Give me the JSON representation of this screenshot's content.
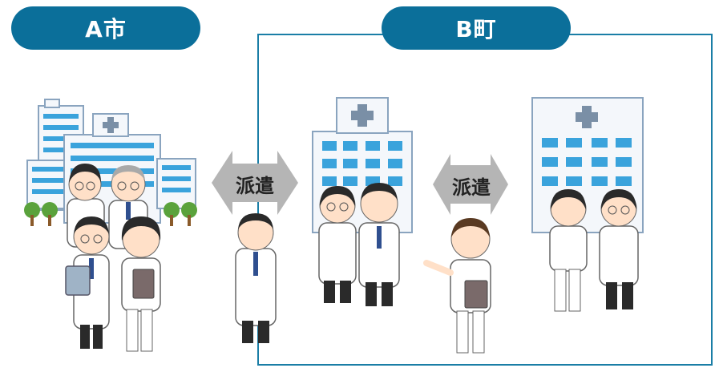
{
  "colors": {
    "pill": "#0b6f9a",
    "region_border": "#1a7ea6",
    "arrow": "#b5b5b5",
    "window": "#3aa3dc",
    "cross": "#7a8fa6",
    "hair": "#2a2a2a",
    "skin": "#ffe0c8",
    "coat": "#ffffff",
    "tie": "#2f4f8f"
  },
  "regions": {
    "a": {
      "label": "A市"
    },
    "b": {
      "label": "B町"
    }
  },
  "arrows": [
    {
      "label": "派遣"
    },
    {
      "label": "派遣"
    }
  ],
  "icons": [
    "hospital-icon",
    "doctor-icon",
    "nurse-icon",
    "tree-icon"
  ]
}
